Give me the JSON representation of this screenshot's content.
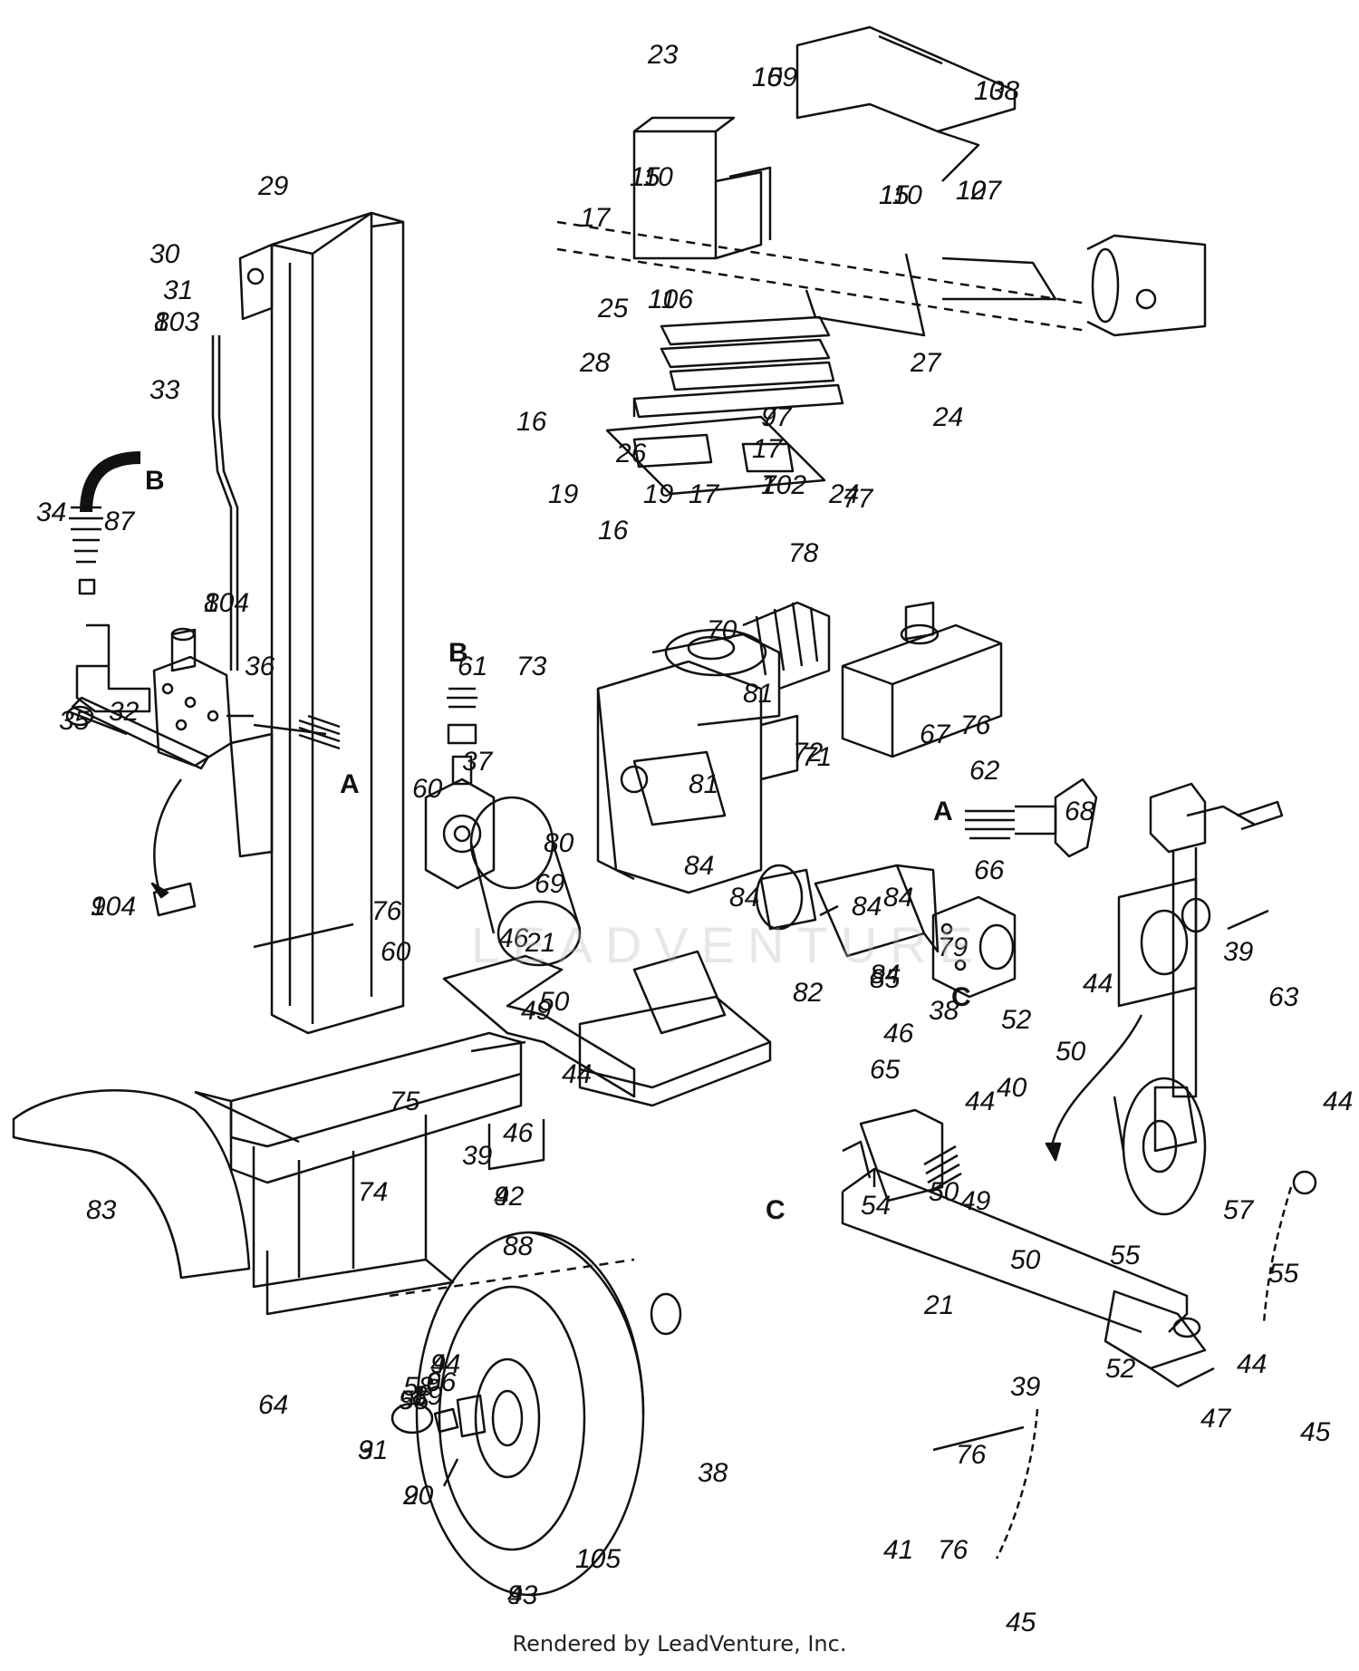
{
  "footer": "Rendered by LeadVenture, Inc.",
  "watermark": "LEADVENTURE",
  "colors": {
    "ink": "#111111",
    "paper": "#ffffff"
  },
  "labels": [
    "1",
    "2",
    "3",
    "4",
    "4",
    "4",
    "5",
    "6",
    "7",
    "7",
    "8",
    "8",
    "9",
    "10",
    "11",
    "12",
    "13",
    "15",
    "15",
    "15",
    "16",
    "16",
    "17",
    "17",
    "17",
    "19",
    "19",
    "21",
    "21",
    "23",
    "24",
    "24",
    "25",
    "26",
    "27",
    "28",
    "29",
    "30",
    "31",
    "32",
    "33",
    "34",
    "35",
    "36",
    "37",
    "38",
    "38",
    "39",
    "39",
    "39",
    "40",
    "41",
    "44",
    "44",
    "44",
    "44",
    "44",
    "45",
    "45",
    "46",
    "46",
    "46",
    "47",
    "49",
    "49",
    "50",
    "50",
    "50",
    "50",
    "52",
    "52",
    "54",
    "55",
    "55",
    "57",
    "58",
    "60",
    "60",
    "61",
    "62",
    "63",
    "64",
    "65",
    "66",
    "67",
    "68",
    "69",
    "70",
    "71",
    "72",
    "73",
    "74",
    "75",
    "76",
    "76",
    "76",
    "76",
    "77",
    "78",
    "79",
    "80",
    "81",
    "81",
    "82",
    "83",
    "84",
    "84",
    "84",
    "84",
    "84",
    "85",
    "87",
    "88",
    "89",
    "90",
    "91",
    "92",
    "93",
    "94",
    "95",
    "96",
    "97",
    "102",
    "103",
    "104",
    "104",
    "105",
    "106",
    "107",
    "108",
    "109",
    "110",
    "110"
  ],
  "letters": [
    "A",
    "A",
    "B",
    "B",
    "C",
    "C"
  ]
}
